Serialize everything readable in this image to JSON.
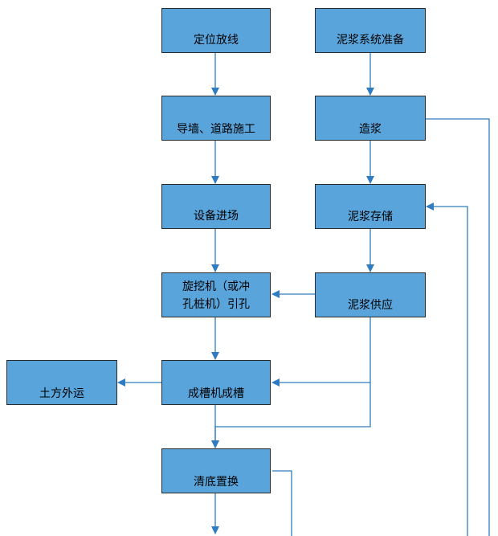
{
  "diagram": {
    "nodes": {
      "position_setout": "定位放线",
      "slurry_prep": "泥浆系统准备",
      "guide_wall": "导墙、道路施工",
      "slurry_make": "造浆",
      "equipment": "设备进场",
      "slurry_store": "泥浆存储",
      "pilot_hole_line1": "旋挖机（或冲",
      "pilot_hole_line2": "孔桩机）引孔",
      "slurry_supply": "泥浆供应",
      "earth_haul": "土方外运",
      "trenching": "成槽机成槽",
      "bottom_clean": "清底置换"
    },
    "colors": {
      "box_fill": "#5aa4dc",
      "box_border": "#2a2a2a",
      "connector": "#2f7dc0"
    }
  }
}
